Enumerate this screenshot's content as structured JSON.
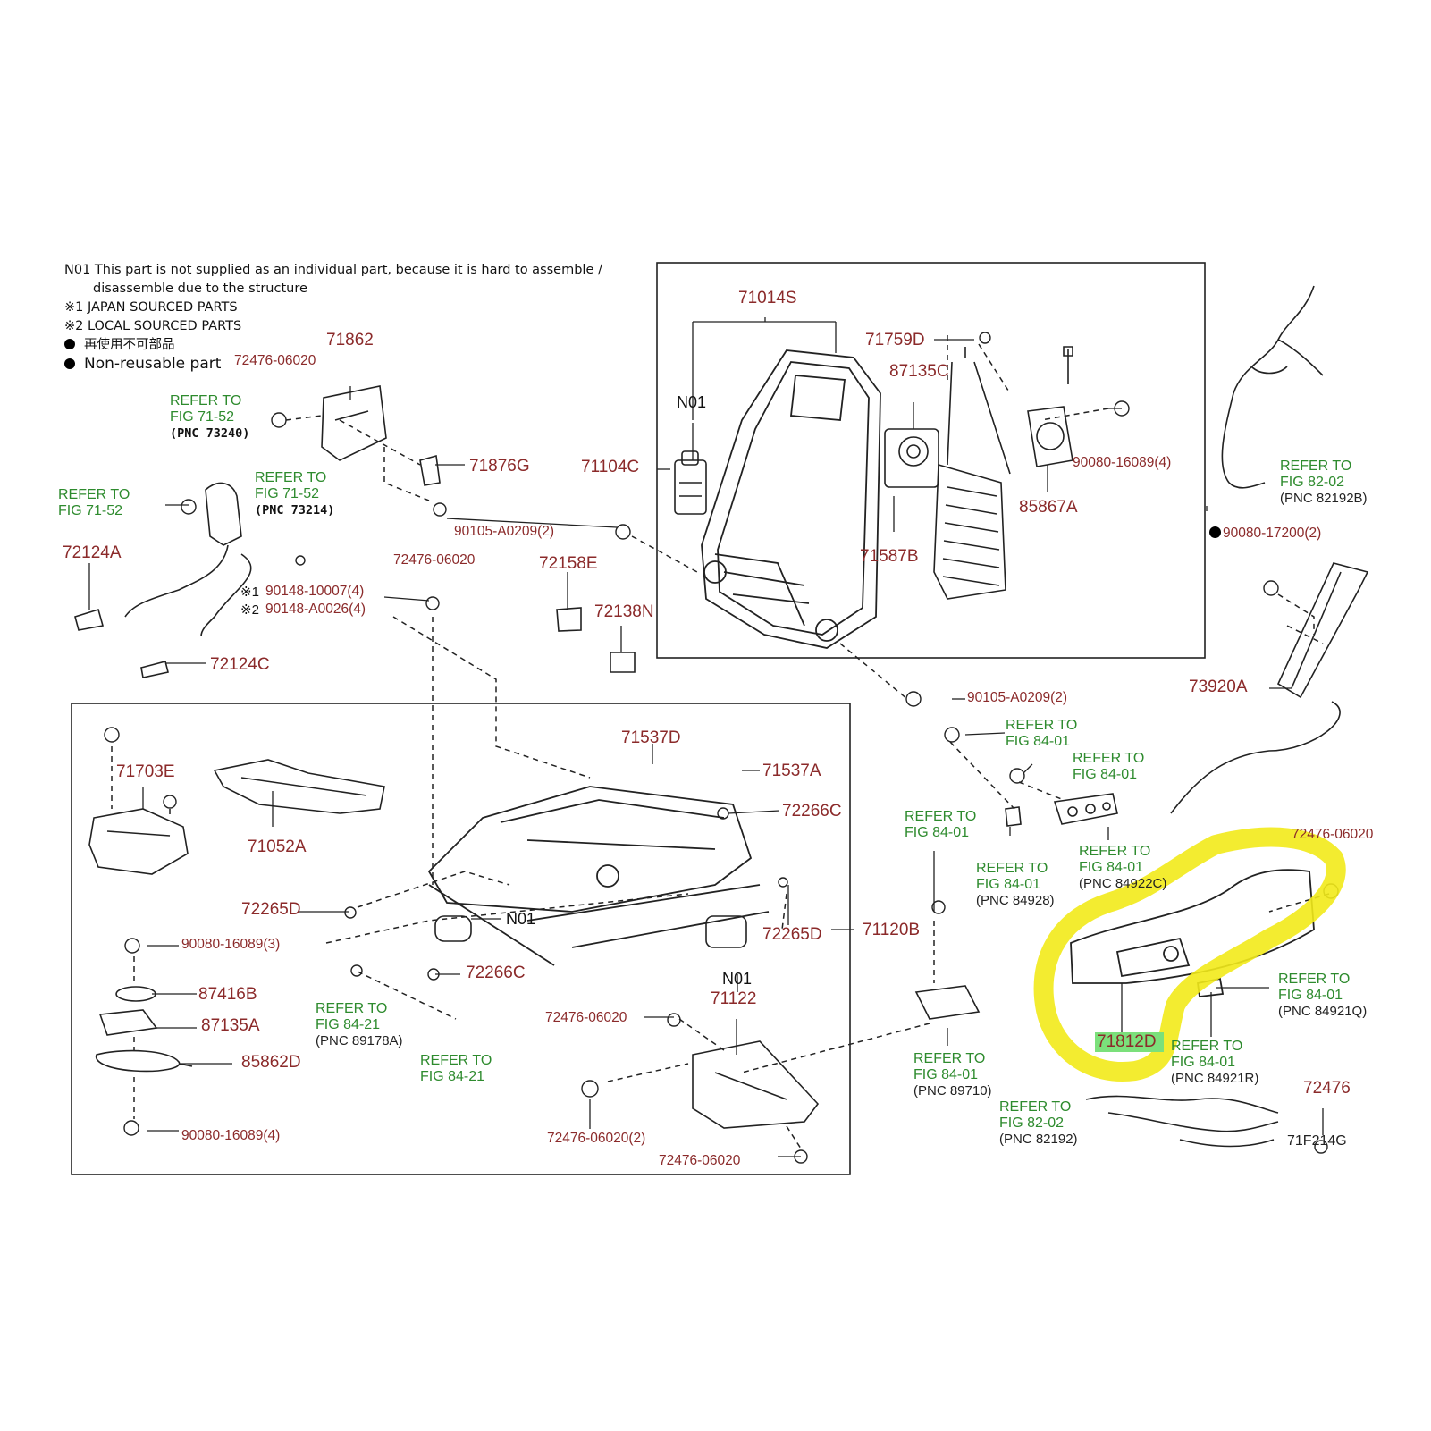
{
  "notes": {
    "n01_line1": "N01 This part is not supplied as an individual part, because it is hard to assemble /",
    "n01_line2": "disassemble due to the structure",
    "note1": "※1 JAPAN SOURCED PARTS",
    "note2": "※2 LOCAL SOURCED PARTS",
    "nonreusable_jp": "再使用不可部品",
    "nonreusable_en": "Non-reusable part"
  },
  "labels": {
    "p71862": "71862",
    "p72476_06020_a": "72476-06020",
    "p71876G": "71876G",
    "p90105_a": "90105-A0209(2)",
    "p72476_06020_b": "72476-06020",
    "p72124A": "72124A",
    "p90148_1": "90148-10007(4)",
    "p90148_2": "90148-A0026(4)",
    "mark1": "※1",
    "mark2": "※2",
    "p72124C": "72124C",
    "p72158E": "72158E",
    "p72138N": "72138N",
    "p71014S": "71014S",
    "n01_frame": "N01",
    "p71104C": "71104C",
    "p71759D": "71759D",
    "p87135C": "87135C",
    "p71587B": "71587B",
    "p85867A": "85867A",
    "p90080_16089_4a": "90080-16089(4)",
    "p90080_17200": "90080-17200(2)",
    "p73920A": "73920A",
    "p90105_b": "90105-A0209(2)",
    "p71537D": "71537D",
    "p71537A": "71537A",
    "p72266C_a": "72266C",
    "p71703E": "71703E",
    "p71052A": "71052A",
    "p72265D_a": "72265D",
    "n01_motor": "N01",
    "p72265D_b": "72265D",
    "p71120B": "71120B",
    "p90080_16089_3": "90080-16089(3)",
    "p72266C_b": "72266C",
    "p87416B": "87416B",
    "p87135A": "87135A",
    "p85862D": "85862D",
    "p90080_16089_4b": "90080-16089(4)",
    "n01_track": "N01",
    "p71122": "71122",
    "p72476_06020_c": "72476-06020",
    "p72476_06020_2": "72476-06020(2)",
    "p72476_06020_d": "72476-06020",
    "p72476_06020_e": "72476-06020",
    "p71812D": "71812D",
    "p72476": "72476",
    "fig_no": "71F214G"
  },
  "refs": {
    "r1": {
      "l1": "REFER TO",
      "l2": "FIG 71-52",
      "pnc": "(PNC  73240)"
    },
    "r2": {
      "l1": "REFER TO",
      "l2": "FIG 71-52"
    },
    "r3": {
      "l1": "REFER TO",
      "l2": "FIG 71-52",
      "pnc": "(PNC  73214)"
    },
    "r4": {
      "l1": "REFER TO",
      "l2": "FIG 82-02",
      "pnc": "(PNC 82192B)"
    },
    "r5": {
      "l1": "REFER TO",
      "l2": "FIG 84-01"
    },
    "r6": {
      "l1": "REFER TO",
      "l2": "FIG 84-01"
    },
    "r7": {
      "l1": "REFER TO",
      "l2": "FIG 84-01"
    },
    "r8": {
      "l1": "REFER TO",
      "l2": "FIG 84-01",
      "pnc": "(PNC 84928)"
    },
    "r9": {
      "l1": "REFER TO",
      "l2": "FIG 84-01",
      "pnc": "(PNC 84922C)"
    },
    "r10": {
      "l1": "REFER TO",
      "l2": "FIG 84-21",
      "pnc": "(PNC 89178A)"
    },
    "r11": {
      "l1": "REFER TO",
      "l2": "FIG 84-21"
    },
    "r12": {
      "l1": "REFER TO",
      "l2": "FIG 84-01",
      "pnc": "(PNC 89710)"
    },
    "r13": {
      "l1": "REFER TO",
      "l2": "FIG 84-01",
      "pnc": "(PNC 84921Q)"
    },
    "r14": {
      "l1": "REFER TO",
      "l2": "FIG 84-01",
      "pnc": "(PNC 84921R)"
    },
    "r15": {
      "l1": "REFER TO",
      "l2": "FIG 82-02",
      "pnc": "(PNC 82192)"
    }
  },
  "colors": {
    "part_number": "#8b2a2a",
    "reference": "#2e8b2e",
    "highlight_marker": "#f2ea1a",
    "label_highlight": "#7be07b",
    "line": "#222222"
  }
}
